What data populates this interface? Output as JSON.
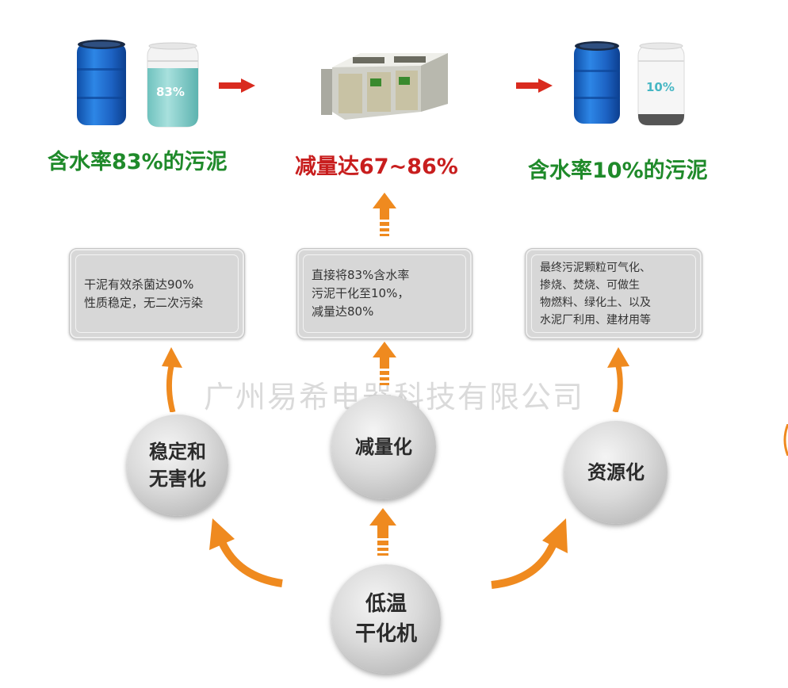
{
  "top": {
    "left_caption": "含水率83%的污泥",
    "middle_caption": "减量达67~86%",
    "right_caption": "含水率10%的污泥",
    "left_barrel_label": "83%",
    "right_barrel_label": "10%"
  },
  "boxes": {
    "left": [
      "干泥有效杀菌达90%",
      "性质稳定，无二次污染"
    ],
    "middle": [
      "直接将83%含水率",
      "污泥干化至10%，",
      "减量达80%"
    ],
    "right": [
      "最终污泥颗粒可气化、",
      "掺烧、焚烧、可做生",
      "物燃料、绿化土、以及",
      "水泥厂利用、建材用等"
    ]
  },
  "circles": {
    "left": [
      "稳定和",
      "无害化"
    ],
    "middle": [
      "减量化"
    ],
    "right": [
      "资源化"
    ],
    "bottom": [
      "低温",
      "干化机"
    ]
  },
  "watermark": "广州易希电器科技有限公司",
  "colors": {
    "green_text": "#1f8a2a",
    "red_text": "#c81e1e",
    "arrow_orange": "#ef8a1f",
    "arrow_red": "#d92b1f",
    "barrel_blue": "#1f6fd0",
    "water_teal": "#8fd3d0"
  }
}
